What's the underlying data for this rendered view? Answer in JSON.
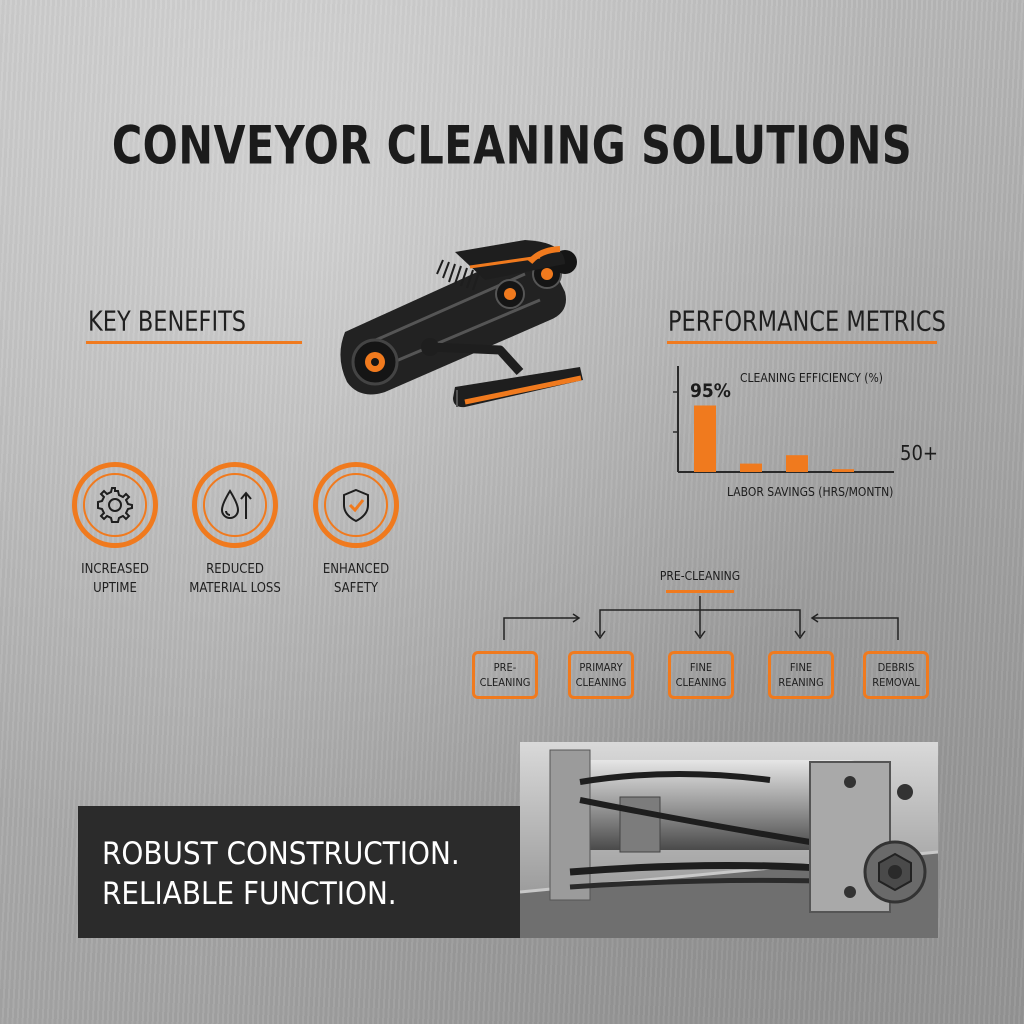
{
  "title": "CONVEYOR CLEANING SOLUTIONS",
  "key_benefits": {
    "heading": "KEY BENEFITS",
    "items": [
      {
        "icon": "gear-icon",
        "line1": "INCREASED",
        "line2": "UPTIME"
      },
      {
        "icon": "water-drop-arrow-icon",
        "line1": "REDUCED",
        "line2": "MATERIAL LOSS"
      },
      {
        "icon": "shield-check-icon",
        "line1": "ENHANCED",
        "line2": "SAFETY"
      }
    ]
  },
  "performance": {
    "heading": "PERFORMANCE METRICS",
    "efficiency_label": "CLEANING EFFICIENCY (%)",
    "efficiency_value": "95%",
    "labor_label": "LABOR SAVINGS (HRS/MONTN)",
    "labor_value": "50+"
  },
  "chart_data": {
    "type": "bar",
    "title": "CLEANING EFFICIENCY (%)",
    "xlabel": "LABOR SAVINGS (HRS/MONTN)",
    "values": [
      95,
      12,
      24,
      4
    ],
    "ylim": [
      0,
      100
    ]
  },
  "process": {
    "top_label": "PRE-CLEANING",
    "steps": [
      {
        "line1": "PRE-",
        "line2": "CLEANING"
      },
      {
        "line1": "PRIMARY",
        "line2": "CLEANING"
      },
      {
        "line1": "FINE",
        "line2": "CLEANING"
      },
      {
        "line1": "FINE",
        "line2": "REANING"
      },
      {
        "line1": "DEBRIS",
        "line2": "REMOVAL"
      }
    ]
  },
  "banner": {
    "line1": "ROBUST CONSTRUCTION.",
    "line2": "RELIABLE FUNCTION."
  },
  "colors": {
    "accent": "#f07a1e",
    "dark": "#2b2b2b"
  }
}
